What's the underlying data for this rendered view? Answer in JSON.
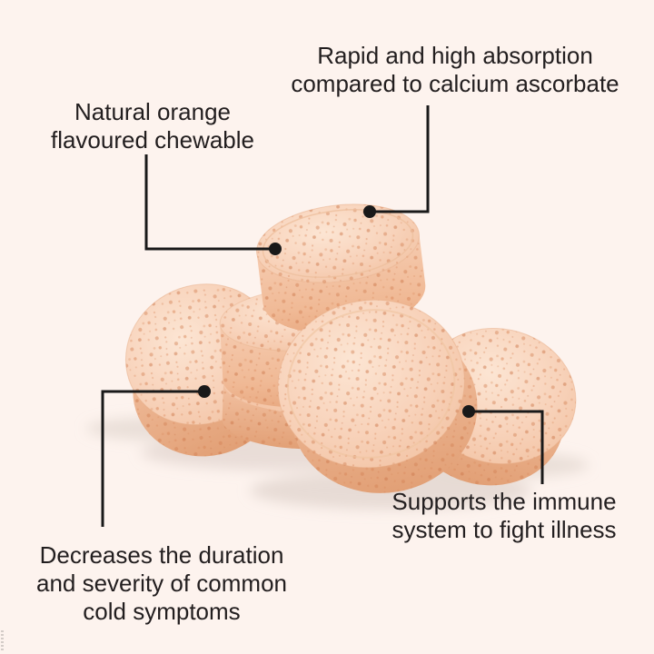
{
  "callouts": {
    "absorption": {
      "line1": "Rapid and high absorption",
      "line2": "compared to calcium ascorbate"
    },
    "flavour": {
      "line1": "Natural orange",
      "line2": "flavoured chewable"
    },
    "immune": {
      "line1": "Supports the immune",
      "line2": "system to fight illness"
    },
    "cold": {
      "line1": "Decreases the duration",
      "line2": "and severity of common",
      "line3": "cold symptoms"
    }
  },
  "colors": {
    "background": "#fdf3ee",
    "text": "#221e1f",
    "connector_line": "#191919",
    "tablet_face": "#f8d3bb",
    "tablet_face_highlight": "#fce5d3",
    "tablet_side": "#f0b995",
    "tablet_speckle": "#d9885a",
    "ground_shadow": "#d8cbc4"
  }
}
